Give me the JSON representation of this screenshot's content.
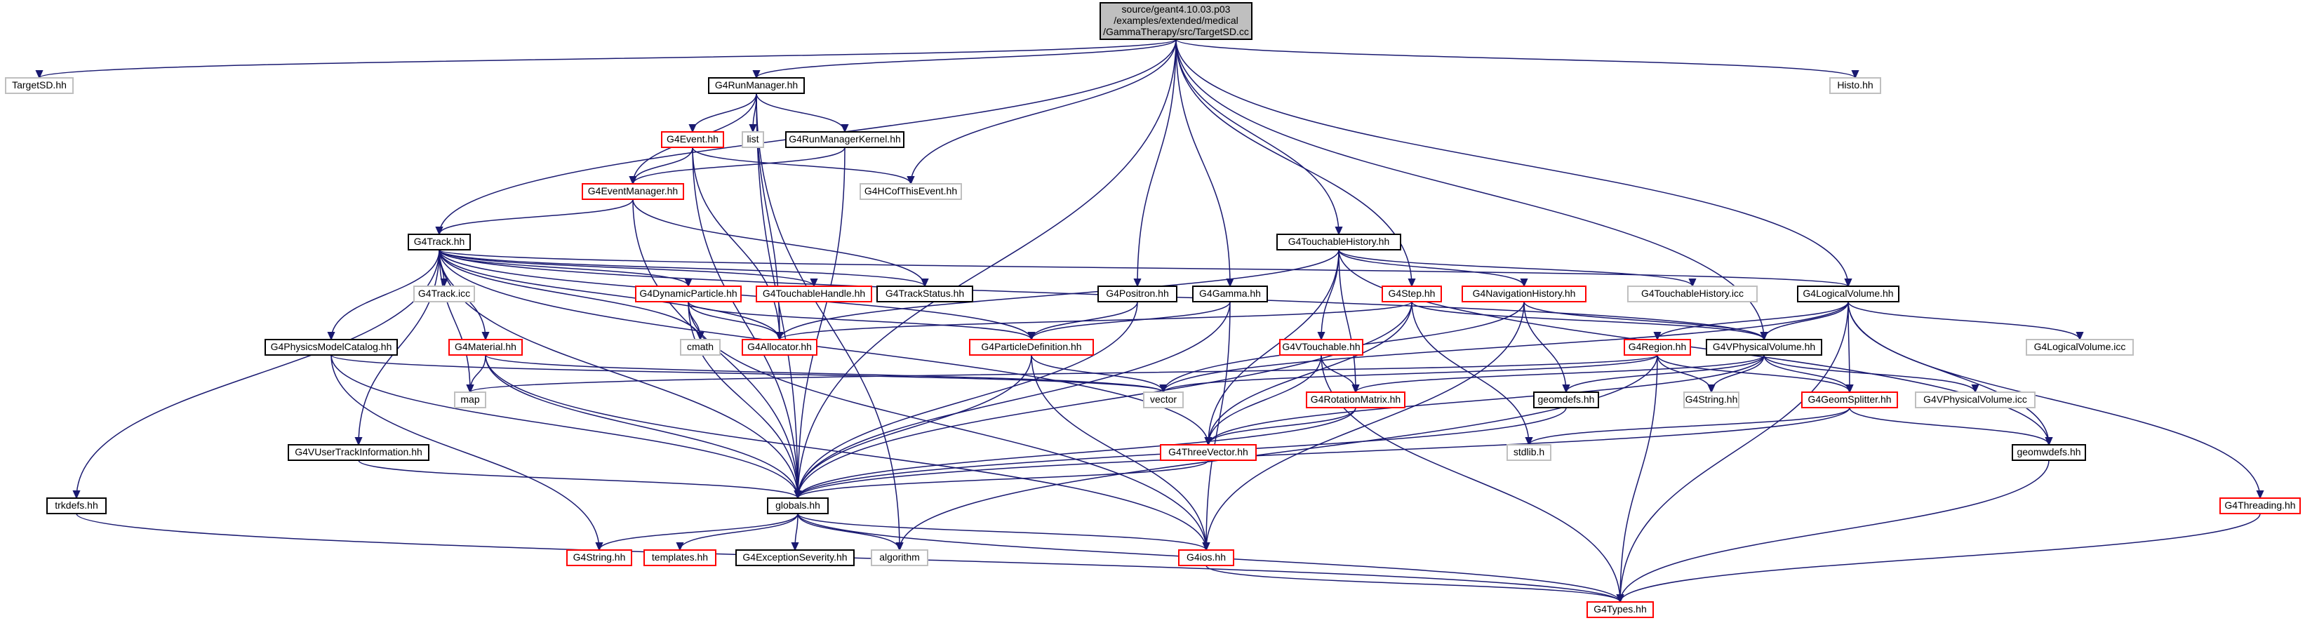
{
  "colors": {
    "edge": "#191970",
    "border_normal": "#000000",
    "border_truncated": "#ff0000",
    "border_system": "#bfbfbf",
    "fill_root": "#bfbfbf",
    "fill_normal": "#ffffff",
    "text_system": "#7f7f7f",
    "text_normal": "#000000"
  },
  "nodes": [
    {
      "id": "root",
      "lines": [
        "source/geant4.10.03.p03",
        "/examples/extended/medical",
        "/GammaTherapy/src/TargetSD.cc"
      ],
      "kind": "root"
    },
    {
      "id": "TargetSD",
      "lines": [
        "TargetSD.hh"
      ],
      "kind": "system"
    },
    {
      "id": "G4RunManager",
      "lines": [
        "G4RunManager.hh"
      ],
      "kind": "normal"
    },
    {
      "id": "Histo",
      "lines": [
        "Histo.hh"
      ],
      "kind": "system"
    },
    {
      "id": "G4Event",
      "lines": [
        "G4Event.hh"
      ],
      "kind": "truncated"
    },
    {
      "id": "list",
      "lines": [
        "list"
      ],
      "kind": "system"
    },
    {
      "id": "G4RunManagerKernel",
      "lines": [
        "G4RunManagerKernel.hh"
      ],
      "kind": "normal"
    },
    {
      "id": "G4EventManager",
      "lines": [
        "G4EventManager.hh"
      ],
      "kind": "truncated"
    },
    {
      "id": "G4HCofThisEvent",
      "lines": [
        "G4HCofThisEvent.hh"
      ],
      "kind": "system"
    },
    {
      "id": "G4Track",
      "lines": [
        "G4Track.hh"
      ],
      "kind": "normal"
    },
    {
      "id": "G4TouchableHistory",
      "lines": [
        "G4TouchableHistory.hh"
      ],
      "kind": "normal"
    },
    {
      "id": "G4TrackIcc",
      "lines": [
        "G4Track.icc"
      ],
      "kind": "system"
    },
    {
      "id": "G4DynamicParticle",
      "lines": [
        "G4DynamicParticle.hh"
      ],
      "kind": "truncated"
    },
    {
      "id": "G4TouchableHandle",
      "lines": [
        "G4TouchableHandle.hh"
      ],
      "kind": "truncated"
    },
    {
      "id": "G4TrackStatus",
      "lines": [
        "G4TrackStatus.hh"
      ],
      "kind": "normal"
    },
    {
      "id": "G4Positron",
      "lines": [
        "G4Positron.hh"
      ],
      "kind": "normal"
    },
    {
      "id": "G4Gamma",
      "lines": [
        "G4Gamma.hh"
      ],
      "kind": "normal"
    },
    {
      "id": "G4Step",
      "lines": [
        "G4Step.hh"
      ],
      "kind": "truncated"
    },
    {
      "id": "G4NavigationHistory",
      "lines": [
        "G4NavigationHistory.hh"
      ],
      "kind": "truncated"
    },
    {
      "id": "G4TouchableHistoryIcc",
      "lines": [
        "G4TouchableHistory.icc"
      ],
      "kind": "system"
    },
    {
      "id": "G4LogicalVolume",
      "lines": [
        "G4LogicalVolume.hh"
      ],
      "kind": "normal"
    },
    {
      "id": "G4PhysicsModelCatalog",
      "lines": [
        "G4PhysicsModelCatalog.hh"
      ],
      "kind": "normal"
    },
    {
      "id": "G4Material",
      "lines": [
        "G4Material.hh"
      ],
      "kind": "truncated"
    },
    {
      "id": "cmath",
      "lines": [
        "cmath"
      ],
      "kind": "system"
    },
    {
      "id": "G4Allocator",
      "lines": [
        "G4Allocator.hh"
      ],
      "kind": "truncated"
    },
    {
      "id": "G4ParticleDefinition",
      "lines": [
        "G4ParticleDefinition.hh"
      ],
      "kind": "truncated"
    },
    {
      "id": "G4VTouchable",
      "lines": [
        "G4VTouchable.hh"
      ],
      "kind": "truncated"
    },
    {
      "id": "G4Region",
      "lines": [
        "G4Region.hh"
      ],
      "kind": "truncated"
    },
    {
      "id": "G4VPhysicalVolume",
      "lines": [
        "G4VPhysicalVolume.hh"
      ],
      "kind": "normal"
    },
    {
      "id": "G4LogicalVolumeIcc",
      "lines": [
        "G4LogicalVolume.icc"
      ],
      "kind": "system"
    },
    {
      "id": "map",
      "lines": [
        "map"
      ],
      "kind": "system"
    },
    {
      "id": "vector",
      "lines": [
        "vector"
      ],
      "kind": "system"
    },
    {
      "id": "G4RotationMatrix",
      "lines": [
        "G4RotationMatrix.hh"
      ],
      "kind": "truncated"
    },
    {
      "id": "geomdefs",
      "lines": [
        "geomdefs.hh"
      ],
      "kind": "normal"
    },
    {
      "id": "G4String",
      "lines": [
        "G4String.hh"
      ],
      "kind": "system"
    },
    {
      "id": "G4GeomSplitter",
      "lines": [
        "G4GeomSplitter.hh"
      ],
      "kind": "truncated"
    },
    {
      "id": "G4VPhysicalVolumeIcc",
      "lines": [
        "G4VPhysicalVolume.icc"
      ],
      "kind": "system"
    },
    {
      "id": "G4VUserTrackInformation",
      "lines": [
        "G4VUserTrackInformation.hh"
      ],
      "kind": "normal"
    },
    {
      "id": "G4ThreeVector",
      "lines": [
        "G4ThreeVector.hh"
      ],
      "kind": "truncated"
    },
    {
      "id": "stdlib",
      "lines": [
        "stdlib.h"
      ],
      "kind": "system"
    },
    {
      "id": "geomwdefs",
      "lines": [
        "geomwdefs.hh"
      ],
      "kind": "normal"
    },
    {
      "id": "trkdefs",
      "lines": [
        "trkdefs.hh"
      ],
      "kind": "normal"
    },
    {
      "id": "globals",
      "lines": [
        "globals.hh"
      ],
      "kind": "normal"
    },
    {
      "id": "G4Threading",
      "lines": [
        "G4Threading.hh"
      ],
      "kind": "truncated"
    },
    {
      "id": "G4StringRed",
      "lines": [
        "G4String.hh"
      ],
      "kind": "truncated"
    },
    {
      "id": "templates",
      "lines": [
        "templates.hh"
      ],
      "kind": "truncated"
    },
    {
      "id": "G4ExceptionSeverity",
      "lines": [
        "G4ExceptionSeverity.hh"
      ],
      "kind": "normal"
    },
    {
      "id": "algorithm",
      "lines": [
        "algorithm"
      ],
      "kind": "system"
    },
    {
      "id": "G4ios",
      "lines": [
        "G4ios.hh"
      ],
      "kind": "truncated"
    },
    {
      "id": "G4Types",
      "lines": [
        "G4Types.hh"
      ],
      "kind": "truncated"
    }
  ],
  "edges": [
    [
      "root",
      "TargetSD"
    ],
    [
      "root",
      "G4RunManager"
    ],
    [
      "root",
      "Histo"
    ],
    [
      "root",
      "G4Track"
    ],
    [
      "root",
      "globals"
    ],
    [
      "root",
      "G4HCofThisEvent"
    ],
    [
      "root",
      "G4TouchableHistory"
    ],
    [
      "root",
      "G4Positron"
    ],
    [
      "root",
      "G4Gamma"
    ],
    [
      "root",
      "G4Step"
    ],
    [
      "root",
      "G4VPhysicalVolume"
    ],
    [
      "root",
      "G4LogicalVolume"
    ],
    [
      "G4RunManager",
      "G4Event"
    ],
    [
      "G4RunManager",
      "list"
    ],
    [
      "G4RunManager",
      "G4RunManagerKernel"
    ],
    [
      "G4RunManager",
      "G4EventManager"
    ],
    [
      "G4RunManager",
      "globals"
    ],
    [
      "G4RunManager",
      "G4Allocator"
    ],
    [
      "G4RunManager",
      "algorithm"
    ],
    [
      "G4Event",
      "G4HCofThisEvent"
    ],
    [
      "G4Event",
      "G4EventManager"
    ],
    [
      "G4Event",
      "globals"
    ],
    [
      "G4Event",
      "G4Allocator"
    ],
    [
      "G4RunManagerKernel",
      "G4EventManager"
    ],
    [
      "G4RunManagerKernel",
      "globals"
    ],
    [
      "G4EventManager",
      "G4Track"
    ],
    [
      "G4EventManager",
      "G4TrackStatus"
    ],
    [
      "G4EventManager",
      "globals"
    ],
    [
      "G4Track",
      "G4TrackIcc"
    ],
    [
      "G4Track",
      "G4DynamicParticle"
    ],
    [
      "G4Track",
      "G4TouchableHandle"
    ],
    [
      "G4Track",
      "G4TrackStatus"
    ],
    [
      "G4Track",
      "G4PhysicsModelCatalog"
    ],
    [
      "G4Track",
      "G4Material"
    ],
    [
      "G4Track",
      "cmath"
    ],
    [
      "G4Track",
      "G4Allocator"
    ],
    [
      "G4Track",
      "G4ParticleDefinition"
    ],
    [
      "G4Track",
      "G4LogicalVolume"
    ],
    [
      "G4Track",
      "G4VPhysicalVolume"
    ],
    [
      "G4Track",
      "map"
    ],
    [
      "G4Track",
      "G4VUserTrackInformation"
    ],
    [
      "G4Track",
      "G4ThreeVector"
    ],
    [
      "G4Track",
      "trkdefs"
    ],
    [
      "G4Track",
      "globals"
    ],
    [
      "G4DynamicParticle",
      "cmath"
    ],
    [
      "G4DynamicParticle",
      "G4Allocator"
    ],
    [
      "G4DynamicParticle",
      "G4ParticleDefinition"
    ],
    [
      "G4DynamicParticle",
      "G4ios"
    ],
    [
      "G4DynamicParticle",
      "globals"
    ],
    [
      "G4TouchableHistory",
      "G4TouchableHistoryIcc"
    ],
    [
      "G4TouchableHistory",
      "G4NavigationHistory"
    ],
    [
      "G4TouchableHistory",
      "G4VTouchable"
    ],
    [
      "G4TouchableHistory",
      "G4RotationMatrix"
    ],
    [
      "G4TouchableHistory",
      "G4Allocator"
    ],
    [
      "G4TouchableHistory",
      "G4ThreeVector"
    ],
    [
      "G4TouchableHistory",
      "geomwdefs"
    ],
    [
      "G4Positron",
      "G4ParticleDefinition"
    ],
    [
      "G4Positron",
      "globals"
    ],
    [
      "G4Gamma",
      "G4ParticleDefinition"
    ],
    [
      "G4Gamma",
      "globals"
    ],
    [
      "G4Gamma",
      "G4ios"
    ],
    [
      "G4Step",
      "G4Allocator"
    ],
    [
      "G4Step",
      "G4VPhysicalVolume"
    ],
    [
      "G4Step",
      "G4ThreeVector"
    ],
    [
      "G4Step",
      "stdlib"
    ],
    [
      "G4Step",
      "globals"
    ],
    [
      "G4NavigationHistory",
      "vector"
    ],
    [
      "G4NavigationHistory",
      "geomdefs"
    ],
    [
      "G4NavigationHistory",
      "G4VPhysicalVolume"
    ],
    [
      "G4NavigationHistory",
      "G4ios"
    ],
    [
      "G4LogicalVolume",
      "G4LogicalVolumeIcc"
    ],
    [
      "G4LogicalVolume",
      "G4Region"
    ],
    [
      "G4LogicalVolume",
      "G4VPhysicalVolume"
    ],
    [
      "G4LogicalVolume",
      "G4GeomSplitter"
    ],
    [
      "G4LogicalVolume",
      "geomwdefs"
    ],
    [
      "G4LogicalVolume",
      "vector"
    ],
    [
      "G4LogicalVolume",
      "G4Types"
    ],
    [
      "G4LogicalVolume",
      "G4Threading"
    ],
    [
      "G4PhysicsModelCatalog",
      "globals"
    ],
    [
      "G4PhysicsModelCatalog",
      "vector"
    ],
    [
      "G4PhysicsModelCatalog",
      "G4StringRed"
    ],
    [
      "G4Material",
      "map"
    ],
    [
      "G4Material",
      "vector"
    ],
    [
      "G4Material",
      "globals"
    ],
    [
      "G4Material",
      "G4ios"
    ],
    [
      "G4ParticleDefinition",
      "vector"
    ],
    [
      "G4ParticleDefinition",
      "globals"
    ],
    [
      "G4ParticleDefinition",
      "G4ios"
    ],
    [
      "G4VTouchable",
      "G4RotationMatrix"
    ],
    [
      "G4VTouchable",
      "G4ThreeVector"
    ],
    [
      "G4VTouchable",
      "G4Types"
    ],
    [
      "G4Region",
      "vector"
    ],
    [
      "G4Region",
      "map"
    ],
    [
      "G4Region",
      "G4String"
    ],
    [
      "G4Region",
      "G4GeomSplitter"
    ],
    [
      "G4Region",
      "algorithm"
    ],
    [
      "G4Region",
      "G4Types"
    ],
    [
      "G4VPhysicalVolume",
      "geomdefs"
    ],
    [
      "G4VPhysicalVolume",
      "G4String"
    ],
    [
      "G4VPhysicalVolume",
      "G4RotationMatrix"
    ],
    [
      "G4VPhysicalVolume",
      "G4ThreeVector"
    ],
    [
      "G4VPhysicalVolume",
      "G4GeomSplitter"
    ],
    [
      "G4VPhysicalVolume",
      "G4VPhysicalVolumeIcc"
    ],
    [
      "G4RotationMatrix",
      "G4ThreeVector"
    ],
    [
      "G4RotationMatrix",
      "globals"
    ],
    [
      "geomdefs",
      "globals"
    ],
    [
      "G4GeomSplitter",
      "stdlib"
    ],
    [
      "G4GeomSplitter",
      "geomwdefs"
    ],
    [
      "G4GeomSplitter",
      "globals"
    ],
    [
      "G4VUserTrackInformation",
      "globals"
    ],
    [
      "G4ThreeVector",
      "globals"
    ],
    [
      "geomwdefs",
      "G4Types"
    ],
    [
      "trkdefs",
      "G4Types"
    ],
    [
      "G4Threading",
      "G4Types"
    ],
    [
      "globals",
      "G4StringRed"
    ],
    [
      "globals",
      "templates"
    ],
    [
      "globals",
      "G4ExceptionSeverity"
    ],
    [
      "globals",
      "algorithm"
    ],
    [
      "globals",
      "G4ios"
    ],
    [
      "globals",
      "G4Types"
    ],
    [
      "G4ios",
      "G4Types"
    ]
  ]
}
